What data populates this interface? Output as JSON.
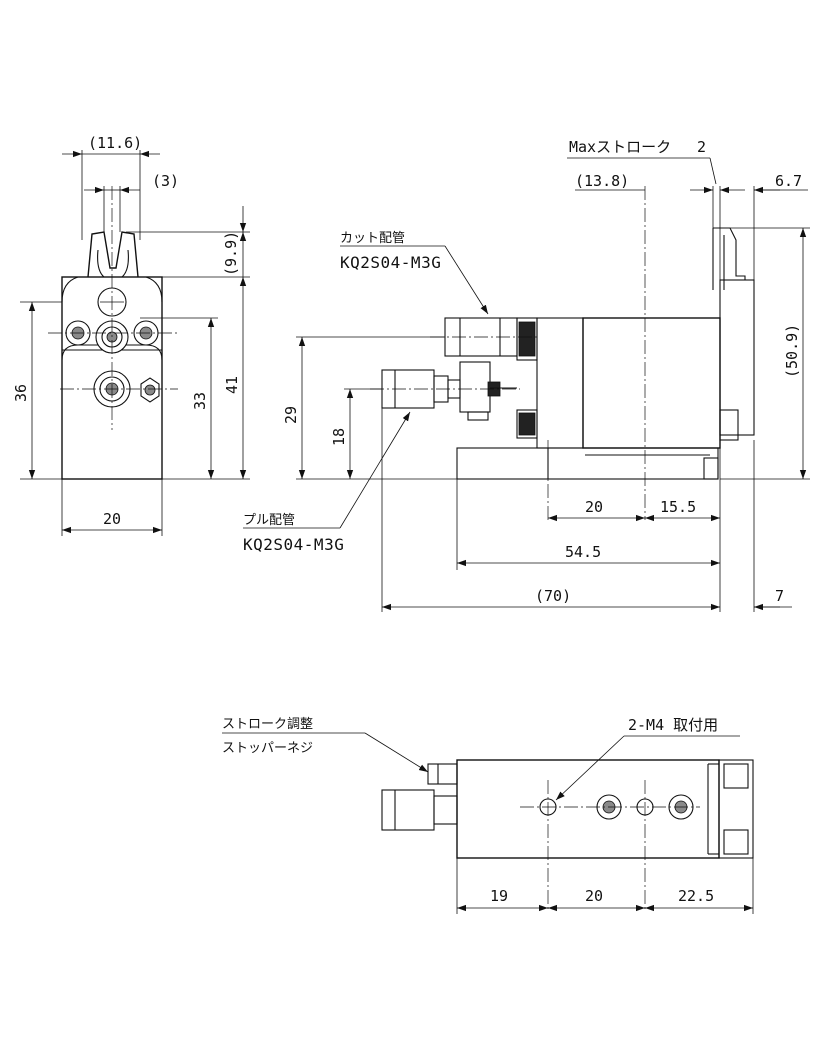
{
  "colors": {
    "line": "#111111",
    "background": "#ffffff",
    "accent_fill": "#8a8a8a"
  },
  "front_view": {
    "dim_top_width": "(11.6)",
    "dim_slot": "(3)",
    "dim_jaw": "(9.9)",
    "dim_height_36": "36",
    "dim_height_33": "33",
    "dim_height_41": "41",
    "dim_width_20": "20"
  },
  "side_view": {
    "cut_piping_label": "カット配管",
    "cut_piping_part": "KQ2S04-M3G",
    "pull_piping_label": "プル配管",
    "pull_piping_part": "KQ2S04-M3G",
    "max_stroke_label": "Maxストローク",
    "max_stroke_value": "2",
    "dim_13_8": "(13.8)",
    "dim_6_7": "6.7",
    "dim_50_9": "(50.9)",
    "dim_29": "29",
    "dim_18": "18",
    "dim_20": "20",
    "dim_15_5": "15.5",
    "dim_54_5": "54.5",
    "dim_70": "(70)",
    "dim_7": "7"
  },
  "bottom_view": {
    "stroke_adjust_label_1": "ストローク調整",
    "stroke_adjust_label_2": "ストッパーネジ",
    "mount_label": "2-M4 取付用",
    "dim_19": "19",
    "dim_20": "20",
    "dim_22_5": "22.5"
  }
}
